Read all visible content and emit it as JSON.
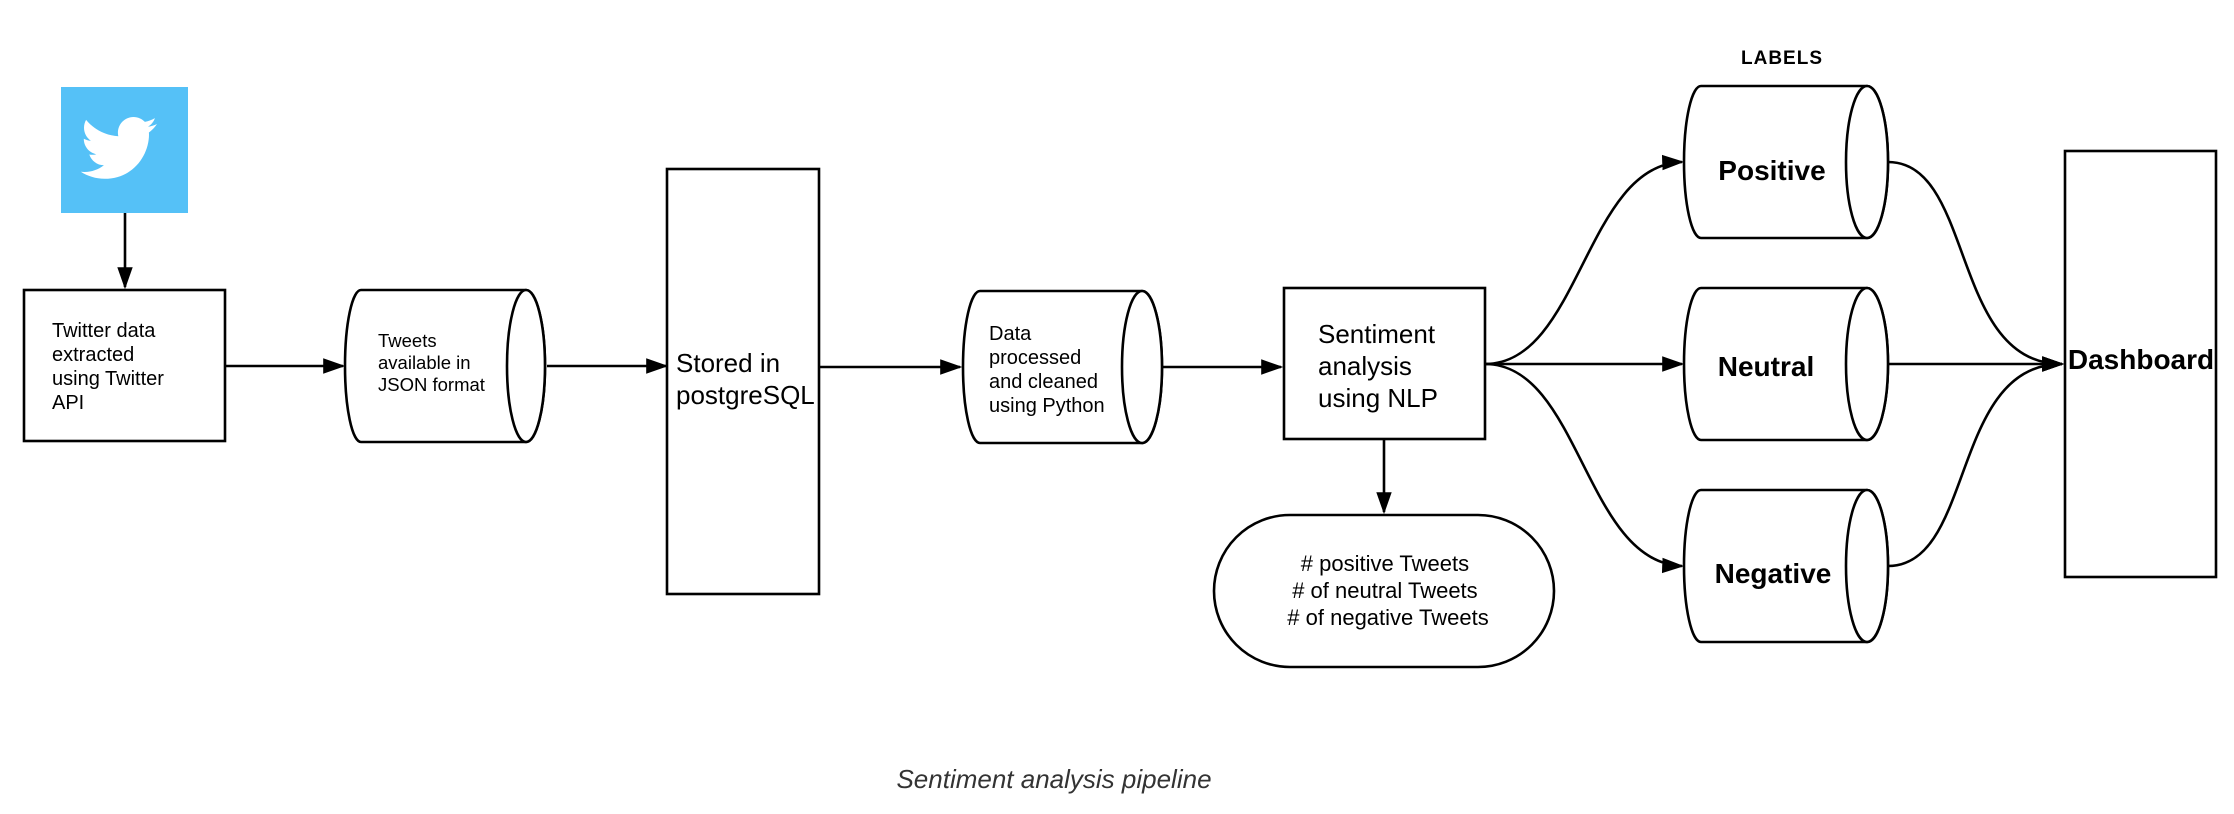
{
  "labels_title": "LABELS",
  "caption": "Sentiment analysis pipeline",
  "colors": {
    "twitter_blue": "#55c1f7",
    "stroke": "#000000"
  },
  "nodes": {
    "twitter_logo": {
      "icon": "twitter-bird-icon"
    },
    "extract": {
      "lines": [
        "Twitter data",
        "extracted",
        "using Twitter",
        "API"
      ]
    },
    "tweets_json": {
      "lines": [
        "Tweets",
        "available in",
        "JSON format"
      ]
    },
    "storage": {
      "lines": [
        "Stored in",
        "postgreSQL"
      ]
    },
    "processing": {
      "lines": [
        "Data",
        "processed",
        "and cleaned",
        "using Python"
      ]
    },
    "sentiment": {
      "lines": [
        "Sentiment",
        "analysis",
        "using NLP"
      ]
    },
    "counts": {
      "lines": [
        "# positive Tweets",
        "# of neutral Tweets",
        "# of negative Tweets"
      ]
    },
    "positive": {
      "label": "Positive"
    },
    "neutral": {
      "label": "Neutral"
    },
    "negative": {
      "label": "Negative"
    },
    "dashboard": {
      "label": "Dashboard"
    }
  }
}
